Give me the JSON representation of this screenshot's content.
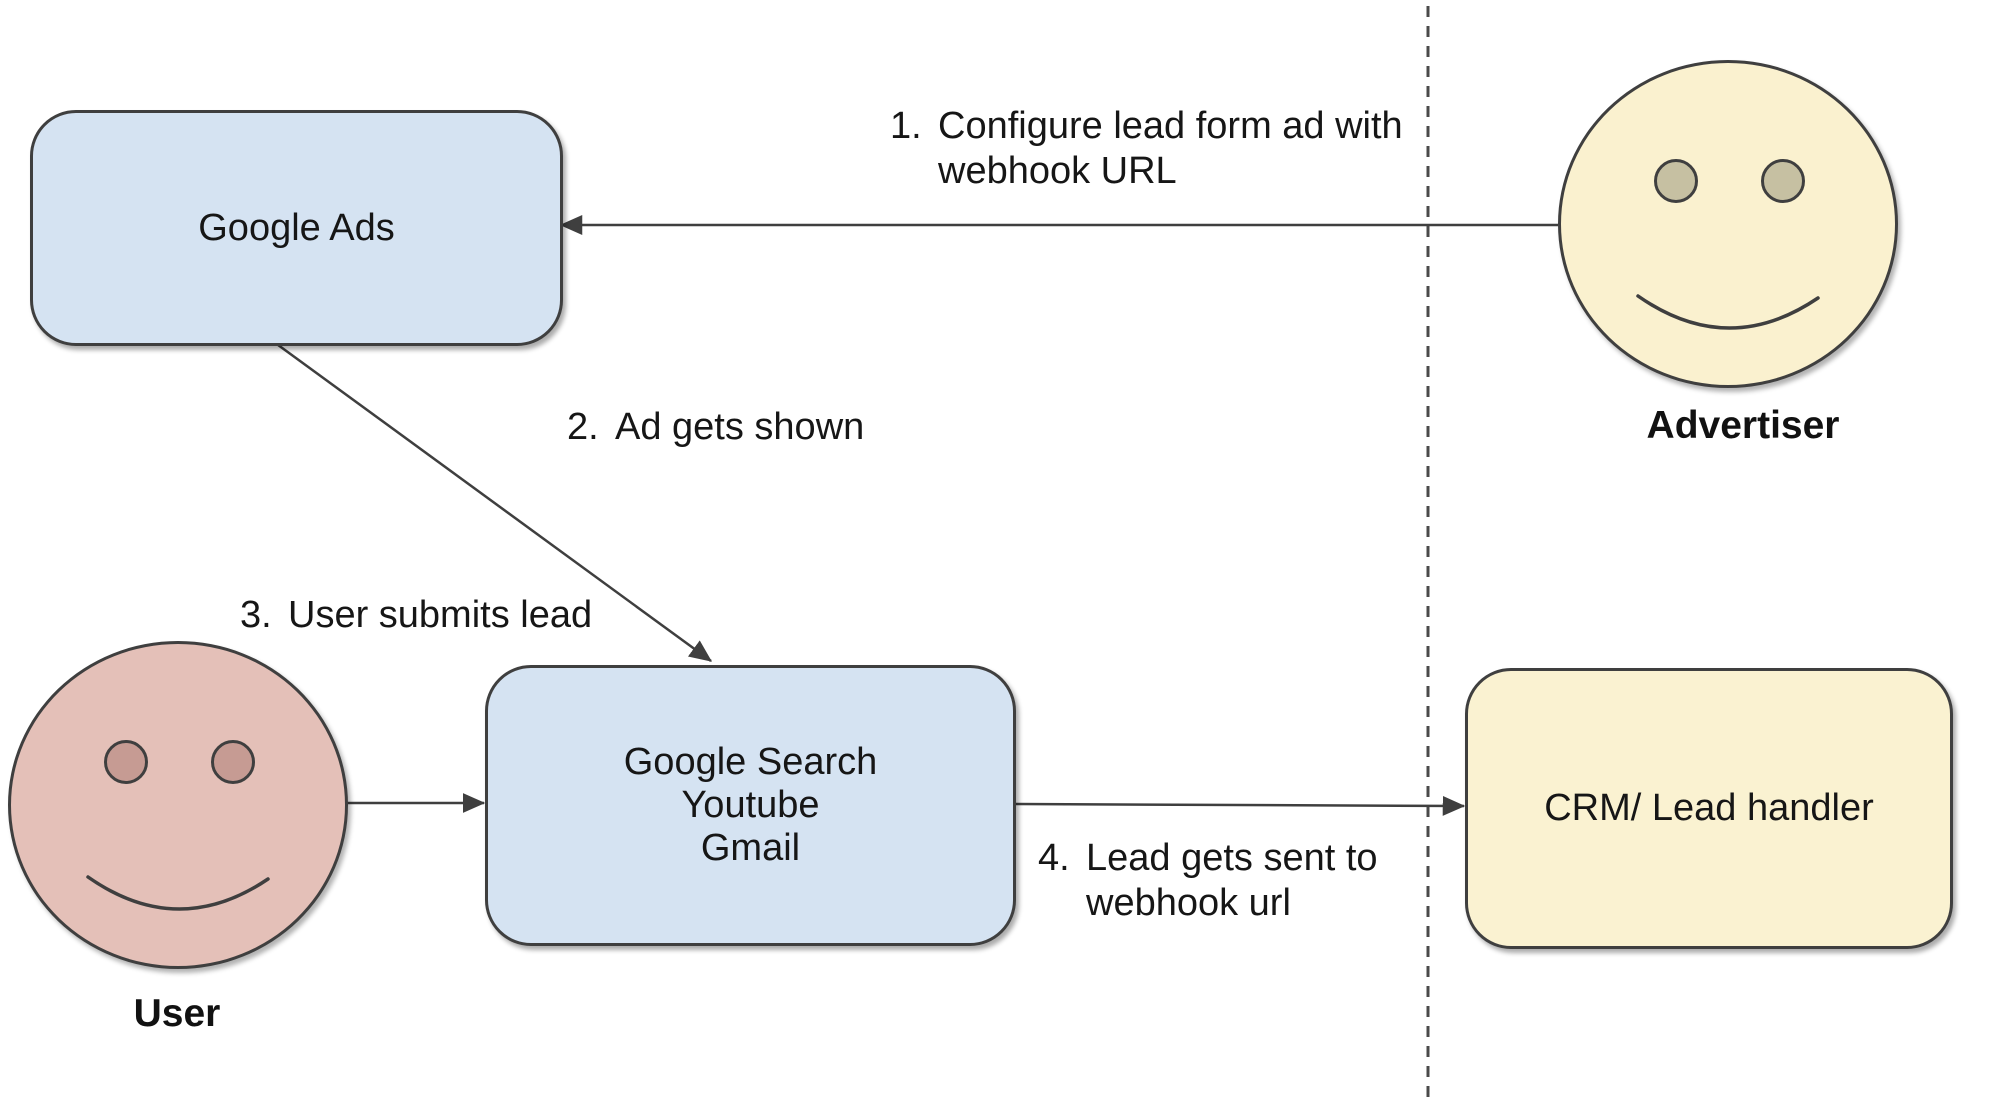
{
  "nodes": {
    "google_ads": {
      "label": "Google Ads",
      "fill": "#d5e3f2"
    },
    "platforms": {
      "label": "Google Search\nYoutube\nGmail",
      "fill": "#d5e3f2"
    },
    "crm": {
      "label": "CRM/ Lead handler",
      "fill": "#faf2d1"
    },
    "advertiser": {
      "label": "Advertiser",
      "fill": "#faf1cf"
    },
    "user": {
      "label": "User",
      "fill": "#e4c0b8"
    }
  },
  "steps": [
    {
      "num": "1.",
      "text": "Configure lead form ad with\nwebhook URL"
    },
    {
      "num": "2.",
      "text": "Ad gets shown"
    },
    {
      "num": "3.",
      "text": "User submits lead"
    },
    {
      "num": "4.",
      "text": "Lead gets sent to\nwebhook url"
    }
  ],
  "colors": {
    "stroke": "#3f3f3f",
    "dashed_line": "#4a4a4a",
    "text": "#161616",
    "background": "#ffffff"
  }
}
